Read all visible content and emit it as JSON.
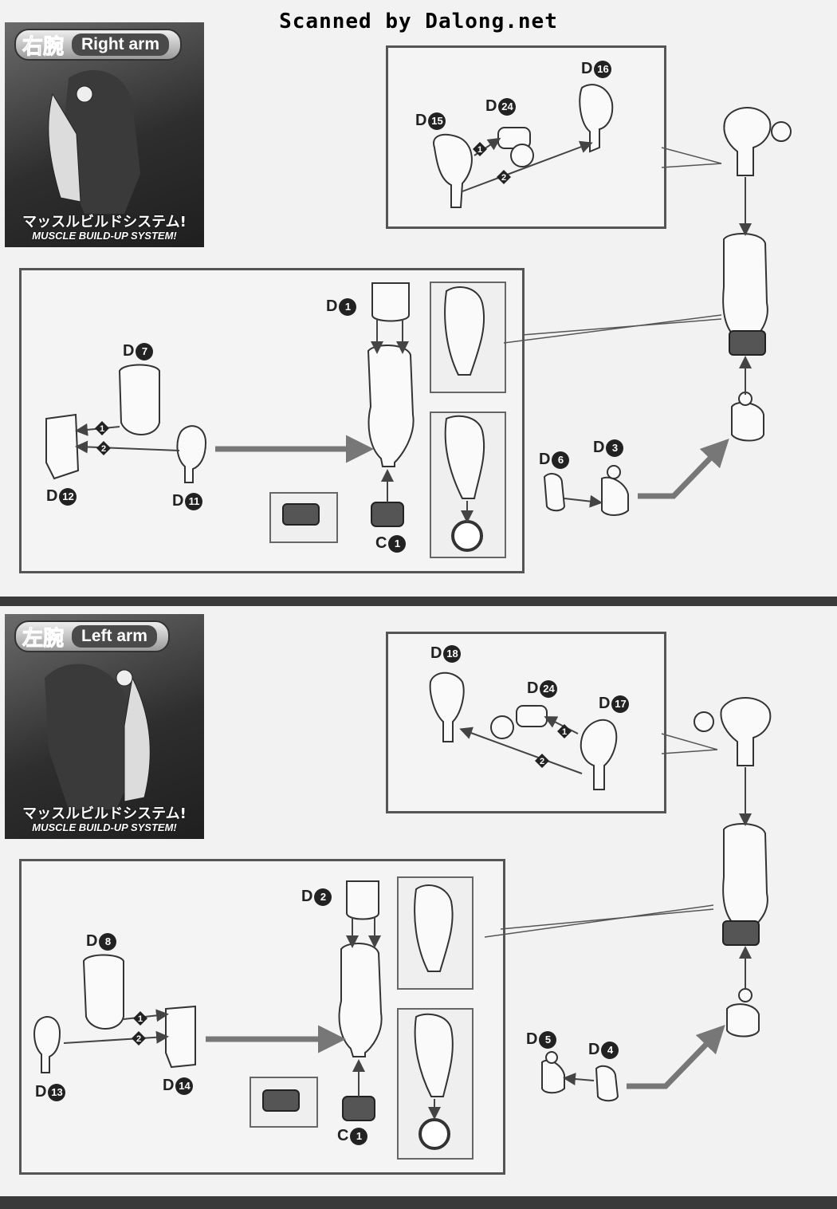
{
  "header": {
    "scan_credit": "Scanned by Dalong.net"
  },
  "right_arm": {
    "title_jp": "右腕",
    "title_en": "Right arm",
    "caption_jp": "マッスルビルドシステム!",
    "caption_en": "MUSCLE BUILD-UP SYSTEM!",
    "parts": [
      {
        "letter": "D",
        "num": "15"
      },
      {
        "letter": "D",
        "num": "24"
      },
      {
        "letter": "D",
        "num": "16"
      },
      {
        "letter": "D",
        "num": "1"
      },
      {
        "letter": "D",
        "num": "7"
      },
      {
        "letter": "D",
        "num": "12"
      },
      {
        "letter": "D",
        "num": "11"
      },
      {
        "letter": "C",
        "num": "1"
      },
      {
        "letter": "D",
        "num": "6"
      },
      {
        "letter": "D",
        "num": "3"
      }
    ]
  },
  "left_arm": {
    "title_jp": "左腕",
    "title_en": "Left arm",
    "caption_jp": "マッスルビルドシステム!",
    "caption_en": "MUSCLE BUILD-UP SYSTEM!",
    "parts": [
      {
        "letter": "D",
        "num": "18"
      },
      {
        "letter": "D",
        "num": "24"
      },
      {
        "letter": "D",
        "num": "17"
      },
      {
        "letter": "D",
        "num": "2"
      },
      {
        "letter": "D",
        "num": "8"
      },
      {
        "letter": "D",
        "num": "13"
      },
      {
        "letter": "D",
        "num": "14"
      },
      {
        "letter": "C",
        "num": "1"
      },
      {
        "letter": "D",
        "num": "5"
      },
      {
        "letter": "D",
        "num": "4"
      }
    ]
  },
  "steps": [
    "1",
    "2"
  ],
  "colors": {
    "frame": "#555555",
    "arrow": "#777777",
    "ring": "#555555"
  }
}
